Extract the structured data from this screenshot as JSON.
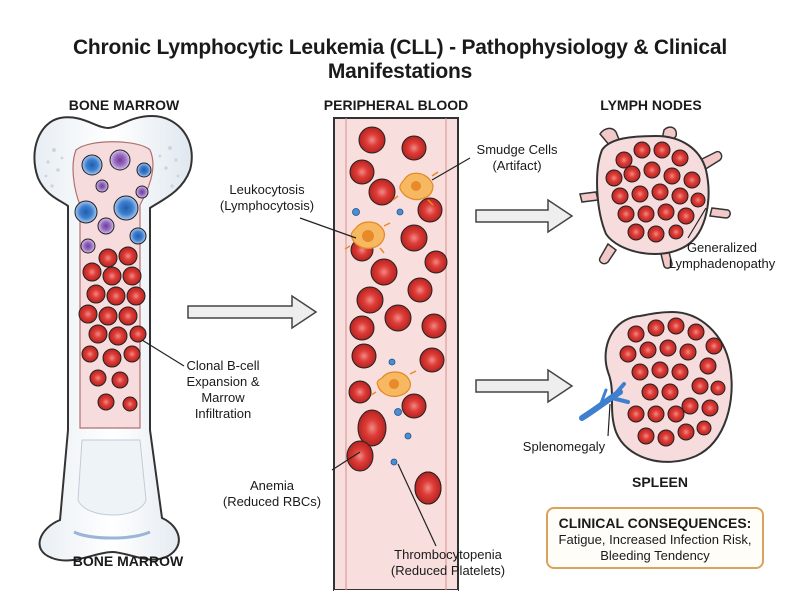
{
  "title": "Chronic Lymphocytic Leukemia (CLL) - Pathophysiology & Clinical Manifestations",
  "sections": {
    "bone_marrow_top": "BONE MARROW",
    "bone_marrow_bottom": "BONE MARROW",
    "peripheral_blood": "PERIPHERAL BLOOD",
    "lymph_nodes": "LYMPH NODES",
    "spleen": "SPLEEN"
  },
  "labels": {
    "clonal_line1": "Clonal B-cell",
    "clonal_line2": "Expansion &",
    "clonal_line3": "Marrow",
    "clonal_line4": "Infiltration",
    "leuko_line1": "Leukocytosis",
    "leuko_line2": "(Lymphocytosis)",
    "smudge_line1": "Smudge Cells",
    "smudge_line2": "(Artifact)",
    "anemia_line1": "Anemia",
    "anemia_line2": "(Reduced RBCs)",
    "thrombo_line1": "Thrombocytopenia",
    "thrombo_line2": "(Reduced Platelets)",
    "lymph_line1": "Generalized",
    "lymph_line2": "Lymphadenopathy",
    "splenomegaly": "Splenomegaly"
  },
  "clinical": {
    "heading": "CLINICAL CONSEQUENCES:",
    "line1": "Fatigue, Increased Infection Risk,",
    "line2": "Bleeding Tendency"
  },
  "colors": {
    "rbc": "#d8312f",
    "lymphocyte": "#4a8fd6",
    "myeloid": "#9b6fc4",
    "smudge": "#f2a33a",
    "vessel": "#f9dede",
    "box_border": "#d9a35c",
    "vein": "#3f7fd0"
  }
}
